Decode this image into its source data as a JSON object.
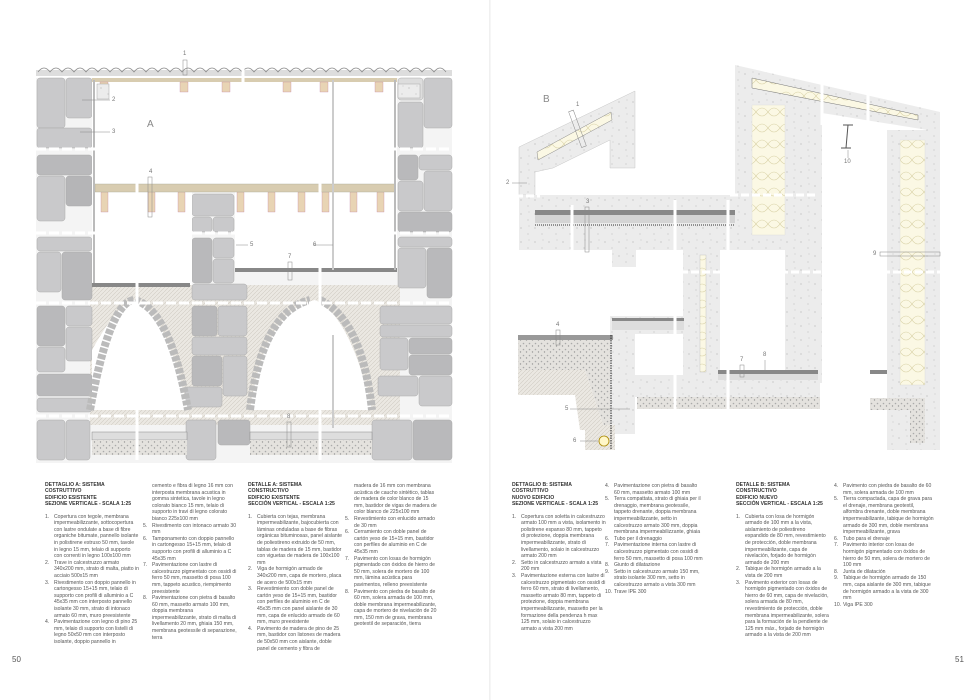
{
  "drawing_labels": {
    "left": {
      "A": "A",
      "n1": "1",
      "n2": "2",
      "n3": "3",
      "n4": "4",
      "n5": "5",
      "n6": "6",
      "n7": "7",
      "n8": "8"
    },
    "right": {
      "B": "B",
      "n1": "1",
      "n2": "2",
      "n3": "3",
      "n4": "4",
      "n5": "5",
      "n6": "6",
      "n7": "7",
      "n8": "8",
      "n9": "9",
      "n10": "10"
    }
  },
  "columns": [
    {
      "heading": [
        "DETTAGLIO A: SISTEMA COSTRUTTIVO",
        "EDIFICIO ESISTENTE",
        "SEZIONE VERTICALE - SCALA 1:25"
      ],
      "items": [
        {
          "n": "1.",
          "t": "Copertura con tegole, membrana impermeabilizzante, sottocopertura con lastre ondulate a base di fibre organiche bitumate, pannello isolante in polistirene estruso 50 mm, tavole in legno 15 mm, telaio di supporto con correnti in legno 100x100 mm"
        },
        {
          "n": "2.",
          "t": "Trave in calcestruzzo armato 340x200 mm, strato di malta, piatto in acciaio 500x15 mm"
        },
        {
          "n": "3.",
          "t": "Rivestimento con doppio pannello in cartongesso 15+15 mm, telaio di supporto con profili di alluminio a C 45x35 mm con interposto pannello isolante 30 mm, strato di intonaco armato 60 mm, muro preesistente"
        },
        {
          "n": "4.",
          "t": "Pavimentazione con legno di pino 25 mm, telaio di supporto con listelli di legno 50x50 mm con interposto isolante, doppio pannello in"
        }
      ]
    },
    {
      "heading": [],
      "items": [
        {
          "n": "",
          "t": "cemento e fibra di legno 16 mm con interposta membrana acustica in gomma sintetica, tavole in legno colorato bianco 15 mm, telaio di supporto in travi di legno colorato bianco 225x100 mm"
        },
        {
          "n": "5.",
          "t": "Rivestimento con intonaco armato 30 mm"
        },
        {
          "n": "6.",
          "t": "Tamponamento con doppio pannello in cartongesso 15+15 mm, telaio di supporto con profili di alluminio a C 45x35 mm"
        },
        {
          "n": "7.",
          "t": "Pavimentazione con lastre di calcestruzzo pigmentato con ossidi di ferro 50 mm, massetto di posa 100 mm, tappeto acustico, riempimento preesistente"
        },
        {
          "n": "8.",
          "t": "Pavimentazione con pietra di basalto 60 mm, massetto armato 100 mm, doppia membrana impermeabilizzante, strato di malta di livellamento 20 mm, ghiaia 150 mm, membrana geotessile di separazione, terra"
        }
      ]
    },
    {
      "heading": [
        "DETALLE A: SISTEMA CONSTRUCTIVO",
        "EDIFICIO EXISTENTE",
        "SECCIÓN VERTICAL - ESCALA 1:25"
      ],
      "items": [
        {
          "n": "1.",
          "t": "Cubierta con tejas, membrana impermeabilizante, bajocubierta con láminas onduladas a base de fibras orgánicas bituminosas, panel aislante de poliestireno extruido de 50 mm, tablas de madera de 15 mm, bastidor con viguetas de madera de 100x100 mm"
        },
        {
          "n": "2.",
          "t": "Viga de hormigón armado de 340x200 mm, capa de mortero, placa de acero de 500x15 mm"
        },
        {
          "n": "3.",
          "t": "Revestimiento con doble panel de cartón yeso de 15+15 mm, bastidor con perfiles de aluminio en C de 45x35 mm con panel aislante de 30 mm, capa de enlucido armado de 60 mm, muro preexistente"
        },
        {
          "n": "4.",
          "t": "Pavimento de madera de pino de 25 mm, bastidor con listones de madera de 50x50 mm con aislante, doble panel de cemento y fibra de"
        }
      ]
    },
    {
      "heading": [],
      "items": [
        {
          "n": "",
          "t": "madera de 16 mm con membrana acústica de caucho sintético, tablas de madera de color blanco de 15 mm, bastidor de vigas de madera de color blanco de 225x100 mm"
        },
        {
          "n": "5.",
          "t": "Revestimiento con enlucido armado de 30 mm"
        },
        {
          "n": "6.",
          "t": "Cerramiento con doble panel de cartón yeso de 15+15 mm, bastidor con perfiles de aluminio en C de 45x35 mm"
        },
        {
          "n": "7.",
          "t": "Pavimento con losas de hormigón pigmentado con óxidos de hierro de 50 mm, solera de mortero de 100 mm, lámina acústica para pavimentos, relleno preexistente"
        },
        {
          "n": "8.",
          "t": "Pavimento con piedra de basalto de 60 mm, solera armada de 100 mm, doble membrana impermeabilizante, capa de mortero de nivelación de 20 mm, 150 mm de grava, membrana geotextil de separación, tierra"
        }
      ]
    },
    {
      "heading": [
        "DETTAGLIO B: SISTEMA COSTRUTTIVO",
        "NUOVO EDIFICIO",
        "SEZIONE VERTICALE - SCALA 1:25"
      ],
      "items": [
        {
          "n": "1.",
          "t": "Copertura con soletta in calcestruzzo armato 100 mm a vista, isolamento in polistirene espanso 80 mm, tappeto di protezione, doppia membrana impermeabilizzante, strato di livellamento, solaio in calcestruzzo armato 200 mm"
        },
        {
          "n": "2.",
          "t": "Setto in calcestruzzo armato a vista 200 mm"
        },
        {
          "n": "3.",
          "t": "Pavimentazione esterna con lastre di calcestruzzo pigmentato con ossidi di ferro 60 mm, strato di livellamento, massetto armato 80 mm, tappeto di protezione, doppia membrana impermeabilizzante, massetto per la formazione della pendenza h max 125 mm, solaio in calcestruzzo armato a vista 200 mm"
        }
      ]
    },
    {
      "heading": [],
      "items": [
        {
          "n": "4.",
          "t": "Pavimentazione con pietra di basalto 60 mm, massetto armato 100 mm"
        },
        {
          "n": "5.",
          "t": "Terra compattata, strato di ghiaia per il drenaggio, membrana geotessile, tappeto drenante, doppia membrana impermeabilizzante, setto in calcestruzzo armato 300 mm, doppia membrana impermeabilizzante, ghiaia"
        },
        {
          "n": "6.",
          "t": "Tubo per il drenaggio"
        },
        {
          "n": "7.",
          "t": "Pavimentazione interna con lastre di calcestruzzo pigmentato con ossidi di ferro 50 mm, massetto di posa 100 mm"
        },
        {
          "n": "8.",
          "t": "Giunto di dilatazione"
        },
        {
          "n": "9.",
          "t": "Setto in calcestruzzo armato 150 mm, strato isolante 300 mm, setto in calcestruzzo armato a vista 300 mm"
        },
        {
          "n": "10.",
          "t": "Trave IPE 300"
        }
      ]
    },
    {
      "heading": [
        "DETALLE B: SISTEMA CONSTRUCTIVO",
        "EDIFICIO NUEVO",
        "SECCIÓN VERTICAL - ESCALA 1:25"
      ],
      "items": [
        {
          "n": "1.",
          "t": "Cubierta con losa de hormigón armado de 100 mm a la vista, aislamiento de poliestireno expandido de 80 mm, revestimiento de protección, doble membrana impermeabilizante, capa de nivelación, forjado de hormigón armado de 200 mm"
        },
        {
          "n": "2.",
          "t": "Tabique de hormigón armado a la vista de 200 mm"
        },
        {
          "n": "3.",
          "t": "Pavimento exterior con losas de hormigón pigmentado con óxidos de hierro de 60 mm, capa de nivelación, solera armada de 80 mm, revestimiento de protección, doble membrana impermeabilizante, solera para la formación de la pendiente de 125 mm máx., forjado de hormigón armado a la vista de 200 mm"
        }
      ]
    },
    {
      "heading": [],
      "items": [
        {
          "n": "4.",
          "t": "Pavimento con piedra de basalto de 60 mm, solera armada de 100 mm"
        },
        {
          "n": "5.",
          "t": "Tierra compactada, capa de grava para el drenaje, membrana geotextil, alfombra drenante, doble membrana impermeabilizante, tabique de hormigón armado de 300 mm, doble membrana impermeabilizante, grava"
        },
        {
          "n": "6.",
          "t": "Tubo para el drenaje"
        },
        {
          "n": "7.",
          "t": "Pavimento interior con losas de hormigón pigmentado con óxidos de hierro de 50 mm, solera de mortero de 100 mm"
        },
        {
          "n": "8.",
          "t": "Junta de dilatación"
        },
        {
          "n": "9.",
          "t": "Tabique de hormigón armado de 150 mm, capa aislante de 300 mm, tabique de hormigón armado a la vista de 300 mm"
        },
        {
          "n": "10.",
          "t": "Viga IPE 300"
        }
      ]
    }
  ],
  "page_numbers": {
    "left": "50",
    "right": "51"
  }
}
